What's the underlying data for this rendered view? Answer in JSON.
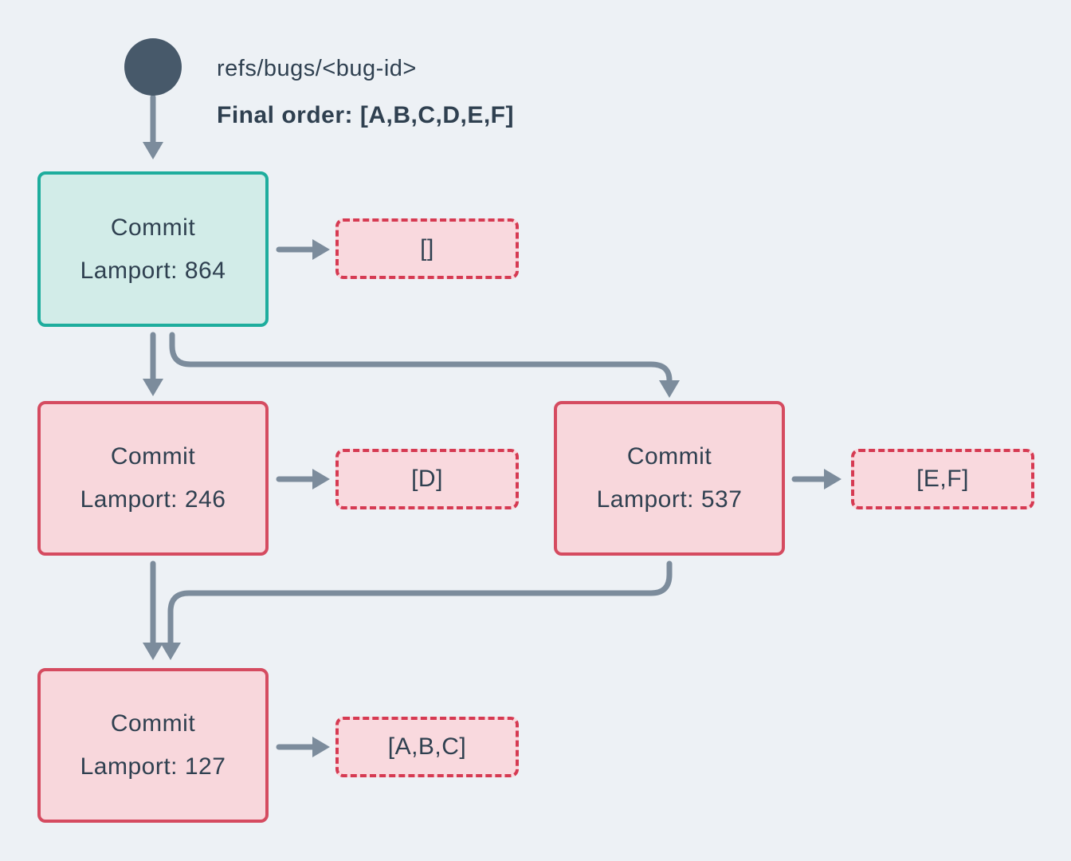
{
  "header": {
    "ref_label": "refs/bugs/<bug-id>",
    "final_order_label": "Final order: [A,B,C,D,E,F]"
  },
  "nodes": {
    "root": {
      "title": "Commit",
      "lamport": "Lamport: 864",
      "payload": "[]"
    },
    "left": {
      "title": "Commit",
      "lamport": "Lamport: 246",
      "payload": "[D]"
    },
    "right": {
      "title": "Commit",
      "lamport": "Lamport: 537",
      "payload": "[E,F]"
    },
    "merge": {
      "title": "Commit",
      "lamport": "Lamport: 127",
      "payload": "[A,B,C]"
    }
  },
  "colors": {
    "background": "#EDF1F5",
    "ref_circle": "#47596A",
    "text": "#2F4050",
    "arrow": "#7C8C9C",
    "teal_border": "#1EAD9D",
    "teal_fill": "#D2ECE8",
    "pink_border": "#D54B60",
    "pink_fill": "#F8D7DC",
    "dashed_border": "#D63A52",
    "dashed_fill": "#F9D9DE"
  }
}
